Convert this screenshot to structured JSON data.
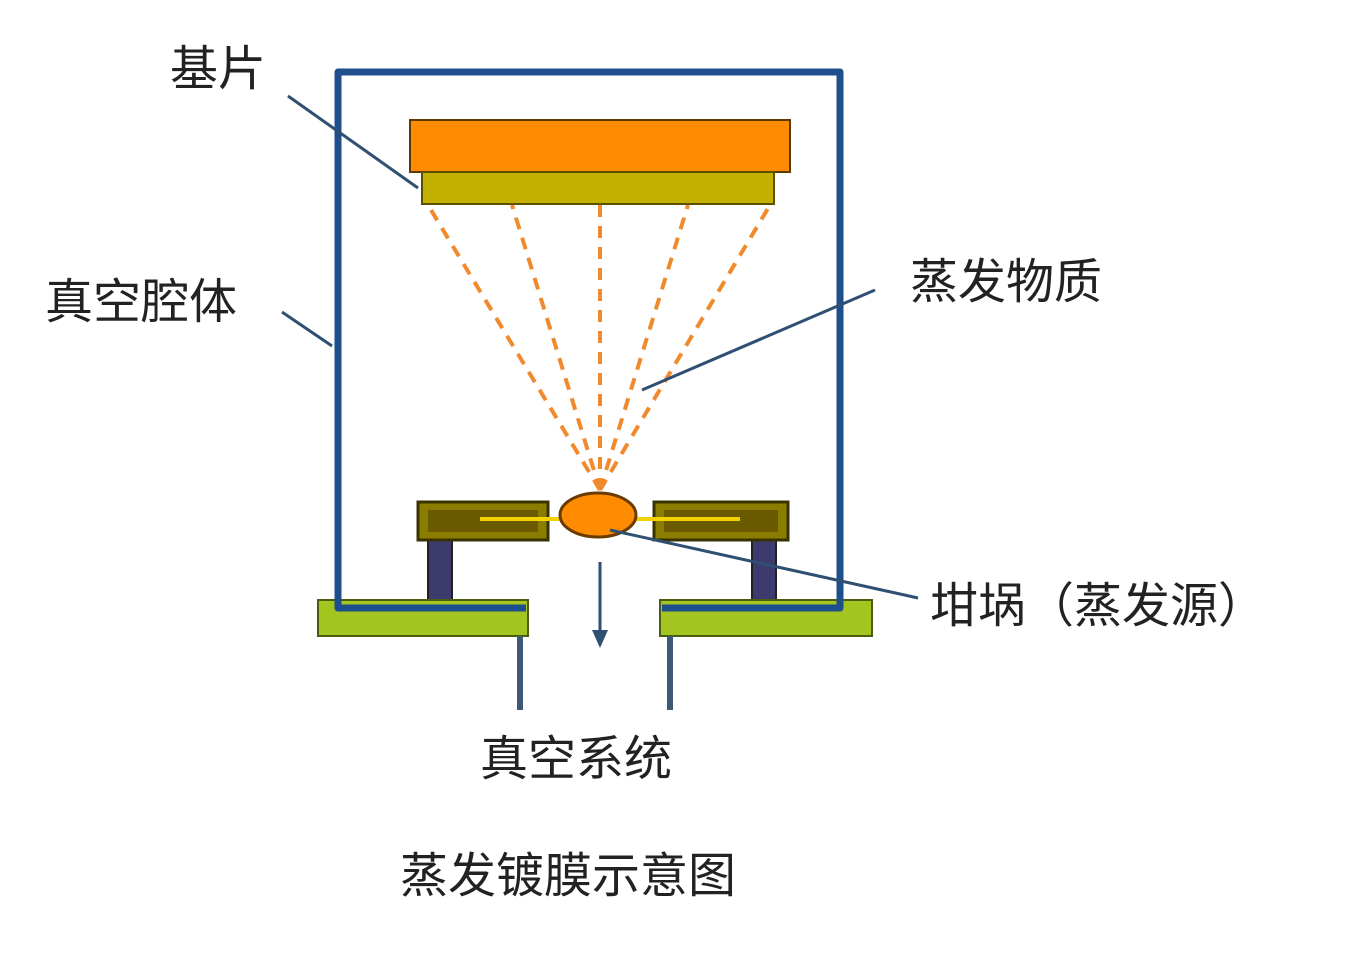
{
  "labels": {
    "substrate": "基片",
    "vacuum_chamber": "真空腔体",
    "evaporated_material": "蒸发物质",
    "crucible": "坩埚（蒸发源）",
    "vacuum_system": "真空系统",
    "caption": "蒸发镀膜示意图"
  },
  "colors": {
    "chamber_wall": "#1f4e8c",
    "substrate_holder": "#ff8c00",
    "substrate": "#c4b000",
    "vapor_rays": "#f08a2c",
    "crucible_base": "#8a7d00",
    "crucible_frame": "#4a4000",
    "source_material": "#ff8c00",
    "filament": "#f2d200",
    "support_post": "#3d3a6e",
    "base_flange": "#a4c520",
    "pump_pipe": "#3e5a74",
    "leader_line": "#2f4f73",
    "arrow": "#2f4f73"
  }
}
